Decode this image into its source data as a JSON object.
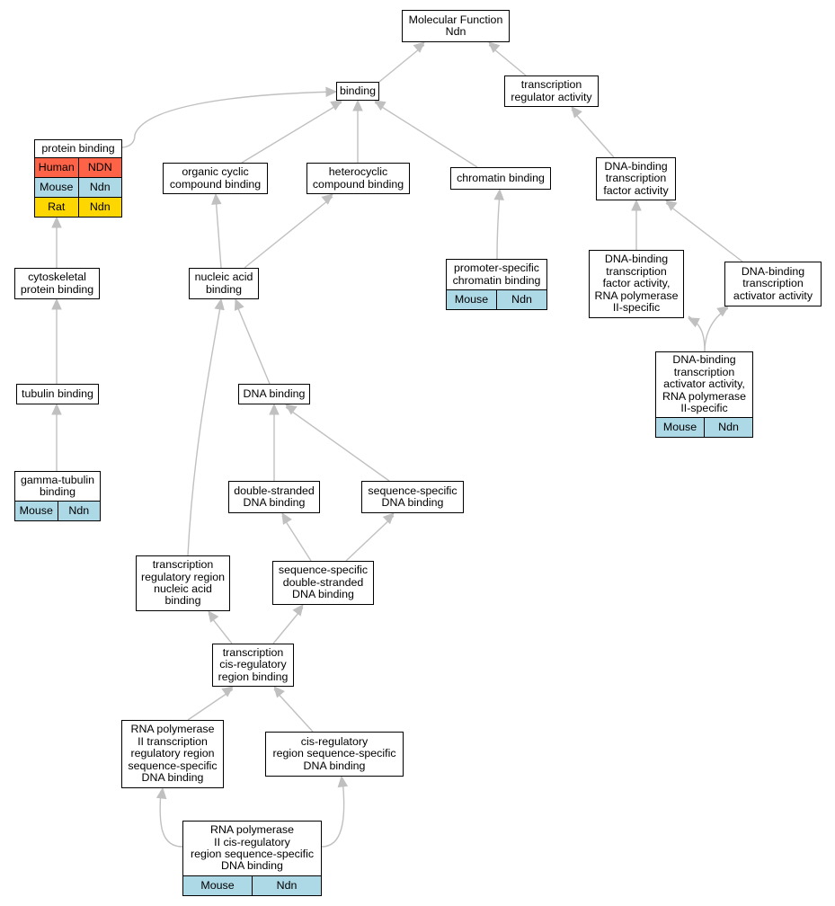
{
  "colors": {
    "Human": "#ff6347",
    "Mouse": "#add8e6",
    "Rat": "#ffd700",
    "edge": "#c0c0c0"
  },
  "nodes": {
    "molecular_function": {
      "label": "Molecular Function\nNdn"
    },
    "binding": {
      "label": "binding"
    },
    "transcription_regulator_activity": {
      "label": "transcription\nregulator activity"
    },
    "protein_binding": {
      "label": "protein binding",
      "annotations": [
        {
          "species": "Human",
          "gene": "NDN"
        },
        {
          "species": "Mouse",
          "gene": "Ndn"
        },
        {
          "species": "Rat",
          "gene": "Ndn"
        }
      ]
    },
    "organic_cyclic_compound_binding": {
      "label": "organic cyclic\ncompound binding"
    },
    "heterocyclic_compound_binding": {
      "label": "heterocyclic\ncompound binding"
    },
    "chromatin_binding": {
      "label": "chromatin binding"
    },
    "dna_binding_tf_activity": {
      "label": "DNA-binding\ntranscription\nfactor activity"
    },
    "cytoskeletal_protein_binding": {
      "label": "cytoskeletal\nprotein binding"
    },
    "nucleic_acid_binding": {
      "label": "nucleic acid\nbinding"
    },
    "promoter_specific_chromatin_binding": {
      "label": "promoter-specific\nchromatin binding",
      "annotations": [
        {
          "species": "Mouse",
          "gene": "Ndn"
        }
      ]
    },
    "dna_binding_tf_activity_rnapii": {
      "label": "DNA-binding\ntranscription\nfactor activity,\nRNA polymerase\nII-specific"
    },
    "dna_binding_ta_activity": {
      "label": "DNA-binding\ntranscription\nactivator activity"
    },
    "dna_binding_ta_activity_rnapii": {
      "label": "DNA-binding\ntranscription\nactivator activity,\nRNA polymerase\nII-specific",
      "annotations": [
        {
          "species": "Mouse",
          "gene": "Ndn"
        }
      ]
    },
    "tubulin_binding": {
      "label": "tubulin binding"
    },
    "dna_binding": {
      "label": "DNA binding"
    },
    "gamma_tubulin_binding": {
      "label": "gamma-tubulin\nbinding",
      "annotations": [
        {
          "species": "Mouse",
          "gene": "Ndn"
        }
      ]
    },
    "double_stranded_dna_binding": {
      "label": "double-stranded\nDNA binding"
    },
    "sequence_specific_dna_binding": {
      "label": "sequence-specific\nDNA binding"
    },
    "transcription_regulatory_region_na_binding": {
      "label": "transcription\nregulatory region\nnucleic acid\nbinding"
    },
    "ss_ds_dna_binding": {
      "label": "sequence-specific\ndouble-stranded\nDNA binding"
    },
    "transcription_cis_regulatory_region_binding": {
      "label": "transcription\ncis-regulatory\nregion binding"
    },
    "rnapii_tr_region_ss_dna_binding": {
      "label": "RNA polymerase\nII transcription\nregulatory region\nsequence-specific\nDNA binding"
    },
    "cis_regulatory_region_ss_dna_binding": {
      "label": "cis-regulatory\nregion sequence-specific\nDNA binding"
    },
    "rnapii_cis_regulatory_region_ss_dna_binding": {
      "label": "RNA polymerase\nII cis-regulatory\nregion sequence-specific\nDNA binding",
      "annotations": [
        {
          "species": "Mouse",
          "gene": "Ndn"
        }
      ]
    }
  }
}
